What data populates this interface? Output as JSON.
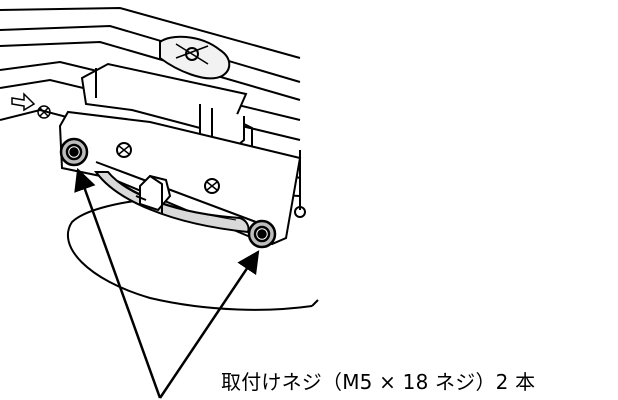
{
  "figure": {
    "caption": "取付けネジ（M5 × 18 ネジ）2 本",
    "depicts": [
      "mounting-bracket",
      "mounting-screw",
      "mounting-screw",
      "pointer-arrow",
      "pointer-arrow"
    ],
    "colors": {
      "line": "#000000",
      "shade": "#d9d9d9",
      "background": "#ffffff"
    }
  }
}
